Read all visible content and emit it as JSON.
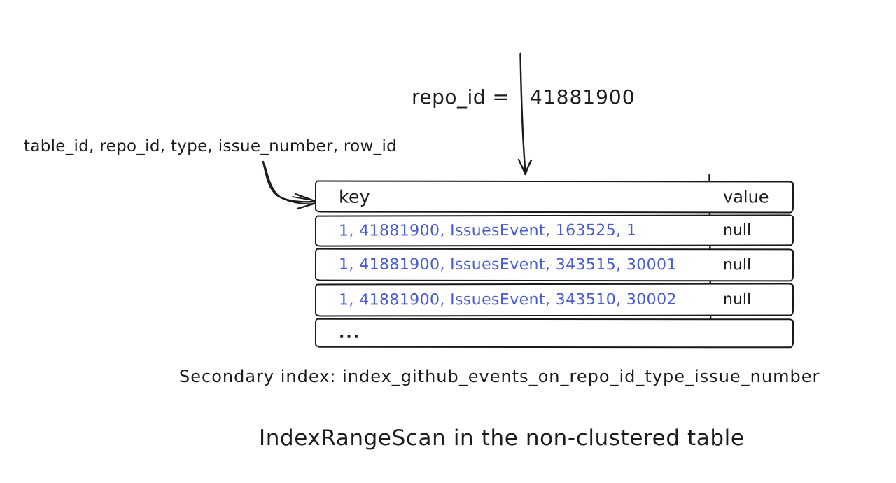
{
  "annotations": {
    "filter_lhs": "repo_id =",
    "filter_rhs": "41881900",
    "index_columns_label": "table_id, repo_id, type, issue_number, row_id",
    "secondary_index_caption": "Secondary index: index_github_events_on_repo_id_type_issue_number",
    "title": "IndexRangeScan in the non-clustered table"
  },
  "table": {
    "columns": [
      "key",
      "value"
    ],
    "rows": [
      {
        "key": "1, 41881900, IssuesEvent, 163525, 1",
        "value": "null"
      },
      {
        "key": "1, 41881900, IssuesEvent, 343515, 30001",
        "value": "null"
      },
      {
        "key": "1, 41881900, IssuesEvent, 343510, 30002",
        "value": "null"
      },
      {
        "key": "...",
        "value": ""
      }
    ]
  },
  "icons": {
    "down_arrow": "down-arrow",
    "curved_arrow": "curved-arrow"
  },
  "colors": {
    "ink": "#1b1b1f",
    "key_text_blue": "#4a5ccc",
    "background": "#ffffff"
  }
}
